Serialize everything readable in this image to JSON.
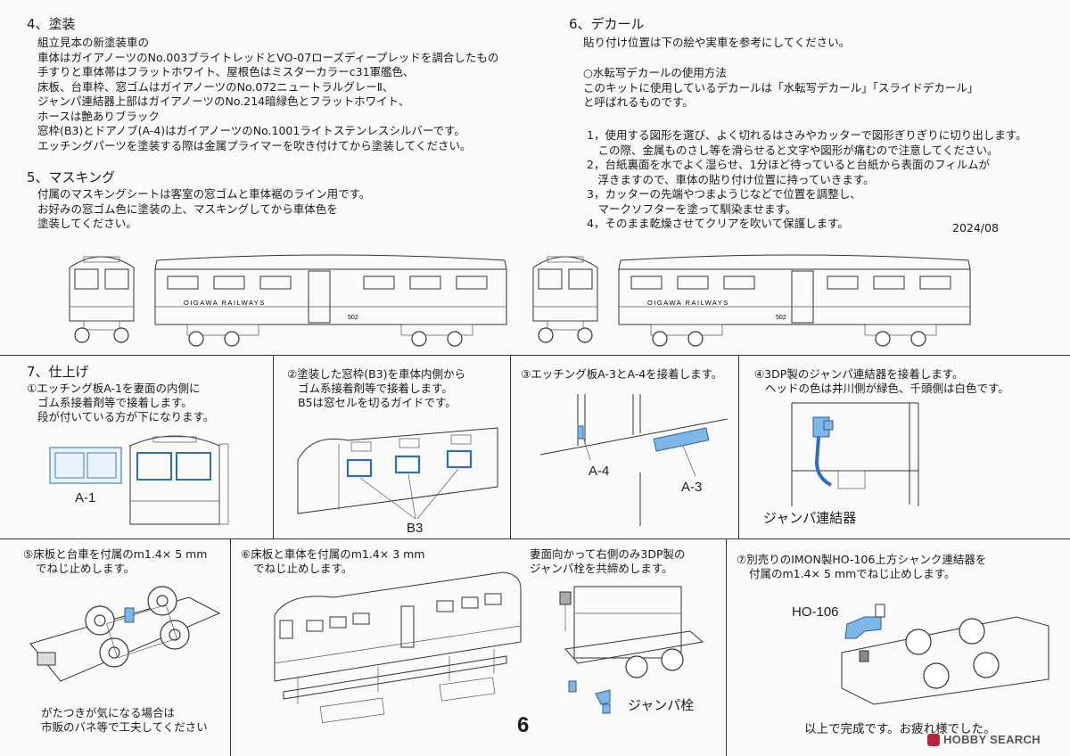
{
  "sec4": {
    "heading": "4、塗装",
    "lines": [
      "組立見本の新塗装車の",
      "車体はガイアノーツのNo.003ブライトレッドとVO-07ローズディープレッドを調合したもの",
      "手すりと車体帯はフラットホワイト、屋根色はミスターカラーc31軍艦色、",
      "床板、台車枠、窓ゴムはガイアノーツのNo.072ニュートラルグレーⅡ、",
      "ジャンパ連結器上部はガイアノーツのNo.214暗緑色とフラットホワイト、",
      "ホースは艶ありブラック",
      "窓枠(B3)とドアノブ(A-4)はガイアノーツのNo.1001ライトステンレスシルバーです。",
      "エッチングパーツを塗装する際は金属プライマーを吹き付けてから塗装してください。"
    ]
  },
  "sec5": {
    "heading": "5、マスキング",
    "lines": [
      "付属のマスキングシートは客室の窓ゴムと車体裾のライン用です。",
      "お好みの窓ゴム色に塗装の上、マスキングしてから車体色を",
      "塗装してください。"
    ]
  },
  "sec6": {
    "heading": "6、デカール",
    "intro": "貼り付け位置は下の絵や実車を参考にしてください。",
    "sub": [
      "○水転写デカールの使用方法",
      "このキットに使用しているデカールは「水転写デカール」「スライドデカール」",
      "と呼ばれるものです。"
    ],
    "steps": [
      "1，使用する図形を選び、よく切れるはさみやカッターで図形ぎりぎりに切り出します。",
      "　この際、金属ものさし等を滑らせると文字や図形が痛むので注意してください。",
      "2，台紙裏面を水でよく湿らせ、1分ほど待っていると台紙から表面のフィルムが",
      "　浮きますので、車体の貼り付け位置に持っていきます。",
      "3，カッターの先端やつまようじなどで位置を調整し、",
      "　マークソフターを塗って馴染ませます。",
      "4，そのまま乾燥させてクリアを吹いて保護します。"
    ],
    "date": "2024/08"
  },
  "cars": {
    "car_name": "OIGAWA RAILWAYS",
    "car_number": "502"
  },
  "sec7": {
    "heading": "7、仕上げ",
    "step1": [
      "①エッチング板A-1を妻面の内側に",
      "ゴム系接着剤等で接着します。",
      "段が付いている方が下になります。"
    ],
    "step1_label": "A-1",
    "step2": [
      "②塗装した窓枠(B3)を車体内側から",
      "ゴム系接着剤等で接着します。",
      "B5は窓セルを切るガイドです。"
    ],
    "step2_label": "B3",
    "step3": [
      "③エッチング板A-3とA-4を接着します。"
    ],
    "step3_labels": [
      "A-4",
      "A-3"
    ],
    "step4": [
      "④3DP製のジャンパ連結器を接着します。",
      "ヘッドの色は井川側が緑色、千頭側は白色です。"
    ],
    "step4_label": "ジャンパ連結器",
    "step5": [
      "⑤床板と台車を付属のm1.4× 5 mm",
      "でねじ止めします。"
    ],
    "step5_note": [
      "がたつきが気になる場合は",
      "市販のバネ等で工夫してください"
    ],
    "step6": [
      "⑥床板と車体を付属のm1.4× 3 mm",
      "でねじ止めします。"
    ],
    "step6b": [
      "妻面向かって右側のみ3DP製の",
      "ジャンパ栓を共締めします。"
    ],
    "step6b_label": "ジャンパ栓",
    "step7": [
      "⑦別売りのIMON製HO-106上方シャンク連結器を",
      "付属のm1.4× 5 mmでねじ止めします。"
    ],
    "step7_label": "HO-106",
    "finish": "以上で完成です。お疲れ様でした。"
  },
  "page_number": "6",
  "watermark": "HOBBY SEARCH"
}
